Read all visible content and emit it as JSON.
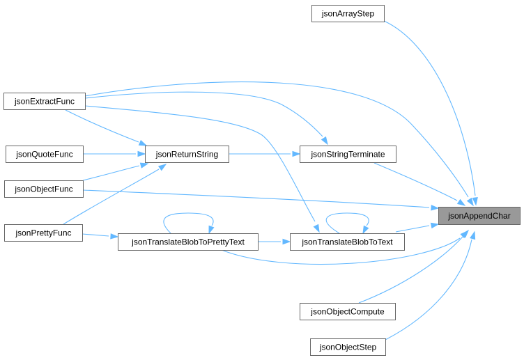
{
  "diagram": {
    "edge_color": "#63b8ff",
    "focus_fill": "#999999",
    "node_border": "#666666",
    "nodes": [
      {
        "id": "jsonArrayStep",
        "label": "jsonArrayStep"
      },
      {
        "id": "jsonExtractFunc",
        "label": "jsonExtractFunc"
      },
      {
        "id": "jsonQuoteFunc",
        "label": "jsonQuoteFunc"
      },
      {
        "id": "jsonReturnString",
        "label": "jsonReturnString"
      },
      {
        "id": "jsonStringTerminate",
        "label": "jsonStringTerminate"
      },
      {
        "id": "jsonObjectFunc",
        "label": "jsonObjectFunc"
      },
      {
        "id": "jsonAppendChar",
        "label": "jsonAppendChar",
        "focus": true
      },
      {
        "id": "jsonPrettyFunc",
        "label": "jsonPrettyFunc"
      },
      {
        "id": "jsonTranslateBlobToPrettyText",
        "label": "jsonTranslateBlobToPrettyText"
      },
      {
        "id": "jsonTranslateBlobToText",
        "label": "jsonTranslateBlobToText"
      },
      {
        "id": "jsonObjectCompute",
        "label": "jsonObjectCompute"
      },
      {
        "id": "jsonObjectStep",
        "label": "jsonObjectStep"
      }
    ],
    "edges": [
      {
        "from": "jsonArrayStep",
        "to": "jsonAppendChar"
      },
      {
        "from": "jsonExtractFunc",
        "to": "jsonAppendChar"
      },
      {
        "from": "jsonExtractFunc",
        "to": "jsonStringTerminate"
      },
      {
        "from": "jsonExtractFunc",
        "to": "jsonReturnString"
      },
      {
        "from": "jsonExtractFunc",
        "to": "jsonTranslateBlobToText"
      },
      {
        "from": "jsonQuoteFunc",
        "to": "jsonReturnString"
      },
      {
        "from": "jsonReturnString",
        "to": "jsonStringTerminate"
      },
      {
        "from": "jsonStringTerminate",
        "to": "jsonAppendChar"
      },
      {
        "from": "jsonObjectFunc",
        "to": "jsonReturnString"
      },
      {
        "from": "jsonObjectFunc",
        "to": "jsonAppendChar"
      },
      {
        "from": "jsonPrettyFunc",
        "to": "jsonReturnString"
      },
      {
        "from": "jsonPrettyFunc",
        "to": "jsonTranslateBlobToPrettyText"
      },
      {
        "from": "jsonTranslateBlobToPrettyText",
        "to": "jsonTranslateBlobToPrettyText"
      },
      {
        "from": "jsonTranslateBlobToPrettyText",
        "to": "jsonTranslateBlobToText"
      },
      {
        "from": "jsonTranslateBlobToPrettyText",
        "to": "jsonAppendChar"
      },
      {
        "from": "jsonTranslateBlobToText",
        "to": "jsonTranslateBlobToText"
      },
      {
        "from": "jsonTranslateBlobToText",
        "to": "jsonAppendChar"
      },
      {
        "from": "jsonObjectCompute",
        "to": "jsonAppendChar"
      },
      {
        "from": "jsonObjectStep",
        "to": "jsonAppendChar"
      }
    ]
  }
}
